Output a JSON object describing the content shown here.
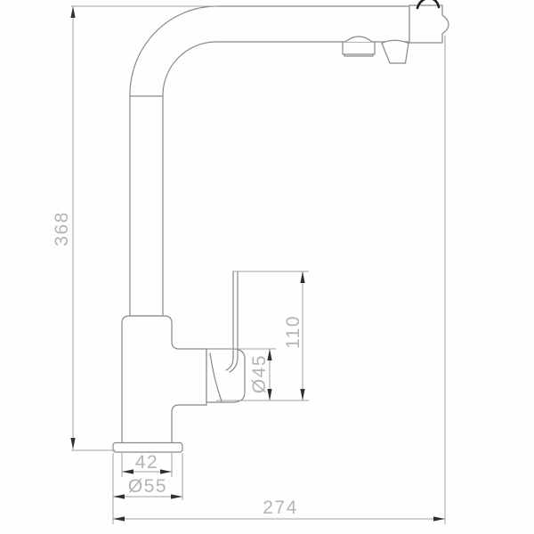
{
  "drawing": {
    "type": "technical-dimension-drawing",
    "subject": "single-lever kitchen faucet, side elevation",
    "colors": {
      "background": "#fefefe",
      "outline": "#85898c",
      "dimension_line": "#9da1a4",
      "arrowhead": "#2d2f31",
      "label_text": "#b2b5b7",
      "lever_stroke": "#1f1f1f"
    },
    "dimensions": {
      "total_height": {
        "label": "368",
        "orientation": "vertical-left"
      },
      "lever_height": {
        "label": "110",
        "orientation": "vertical-right"
      },
      "handle_diameter": {
        "label": "Ø45",
        "orientation": "vertical-right"
      },
      "body_width": {
        "label": "42",
        "orientation": "horizontal-bottom"
      },
      "base_diameter": {
        "label": "Ø55",
        "orientation": "horizontal-bottom"
      },
      "spout_reach": {
        "label": "274",
        "orientation": "horizontal-bottom"
      }
    }
  }
}
